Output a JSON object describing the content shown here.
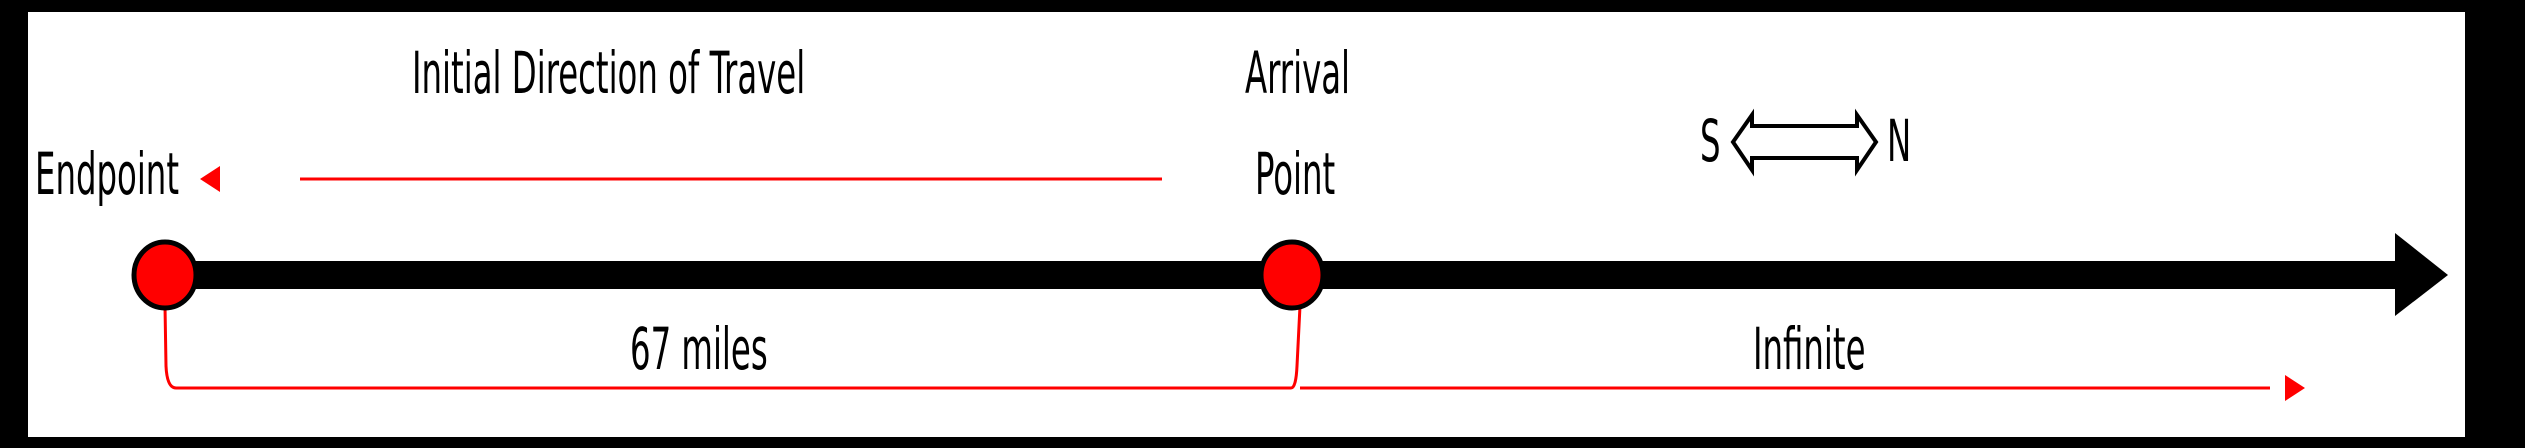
{
  "labels": {
    "initial_direction": "Initial Direction of Travel",
    "arrival_line1": "Arrival",
    "arrival_line2": "Point",
    "endpoint": "Endpoint",
    "distance": "67 miles",
    "infinite": "Infinite",
    "compass_south": "S",
    "compass_north": "N"
  },
  "colors": {
    "background": "#000000",
    "panel": "#ffffff",
    "accent": "#ff0000",
    "line": "#000000"
  },
  "icons": [
    "direction-arrow-icon",
    "double-arrow-icon",
    "axis-arrow-icon",
    "point-marker-icon"
  ]
}
